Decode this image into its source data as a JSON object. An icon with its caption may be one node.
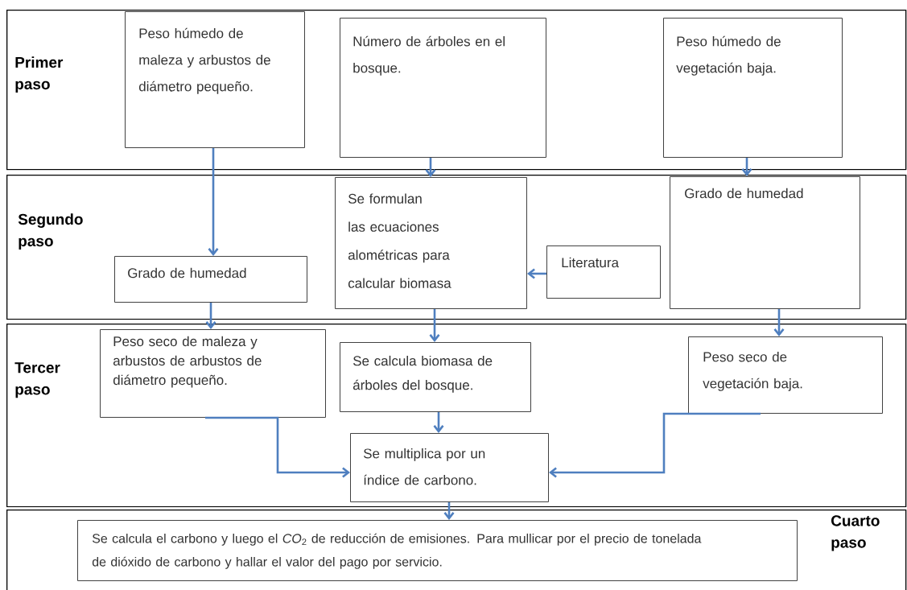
{
  "diagram": {
    "nodes": [
      {
        "text": [
          "Primer paso"
        ]
      },
      {
        "text": [
          "Peso húmedo de maleza y arbustos de diámetro pequeño."
        ],
        "in": 0
      },
      {
        "text": [
          "Número de árboles en el bosque."
        ],
        "in": 0
      },
      {
        "text": [
          "Peso húmedo de vegetación baja."
        ],
        "in": 0
      },
      {
        "text": [
          "Segundo paso"
        ]
      },
      {
        "text": [
          "Grado de humedad"
        ],
        "in": 4
      },
      {
        "text": [
          "Se formulan las ecuaciones alométricas para calcular biomasa"
        ],
        "in": 4
      },
      {
        "text": [
          "Literatura"
        ],
        "in": 4
      },
      {
        "text": [
          "Grado de humedad"
        ],
        "in": 4
      },
      {
        "text": [
          "Tercer paso"
        ]
      },
      {
        "text": [
          "Peso seco de maleza y arbustos de arbustos de diámetro pequeño."
        ],
        "in": 9
      },
      {
        "text": [
          "Se calcula biomasa de árboles del bosque."
        ],
        "in": 9
      },
      {
        "text": [
          "Peso seco de vegetación baja."
        ],
        "in": 9
      },
      {
        "text": [
          "Se multiplica por un índice de carbono."
        ],
        "in": 9
      },
      {
        "text": [
          "Cuarto paso"
        ]
      },
      {
        "text": [
          "Se calcula el carbono y luego el *CO*$_{2}$ de reducción de emisiones. Para mullicar por el precio de tonelada de dióxido de carbono y hallar el valor del pago por servicio."
        ],
        "in": 14
      }
    ],
    "edges": [
      {
        "from": 1,
        "to": 5,
        "arrow": "to"
      },
      {
        "from": 2,
        "to": 6,
        "arrow": "to"
      },
      {
        "from": 3,
        "to": 8,
        "arrow": "to"
      },
      {
        "from": 7,
        "to": 6,
        "arrow": "to"
      },
      {
        "from": 5,
        "to": 10,
        "arrow": "to"
      },
      {
        "from": 6,
        "to": 11,
        "arrow": "to"
      },
      {
        "from": 8,
        "to": 12,
        "arrow": "to"
      },
      {
        "from": 11,
        "to": 13,
        "arrow": "to"
      },
      {
        "from": 10,
        "to": 13,
        "arrow": "to"
      },
      {
        "from": 12,
        "to": 13,
        "arrow": "to"
      },
      {
        "from": 13,
        "to": 15,
        "arrow": "to"
      }
    ]
  }
}
